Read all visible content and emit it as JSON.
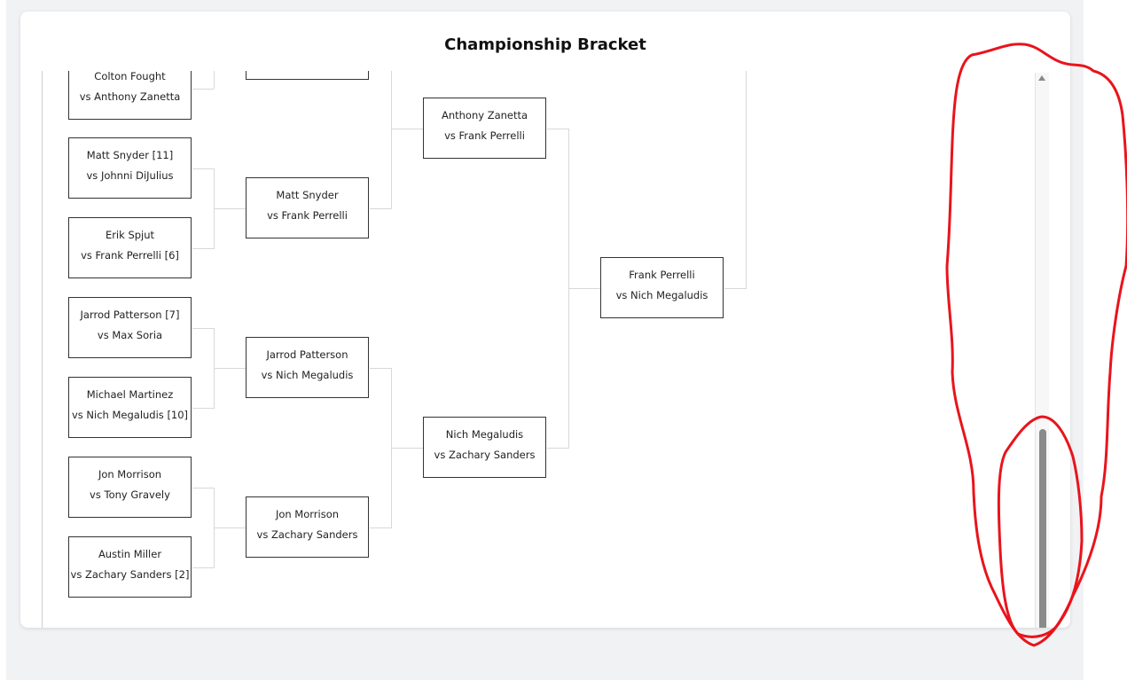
{
  "title": "Championship Bracket",
  "round1": [
    {
      "top": "Colton Fought",
      "bottom": "vs Anthony Zanetta"
    },
    {
      "top": "Matt Snyder [11]",
      "bottom": "vs Johnni DiJulius"
    },
    {
      "top": "Erik Spjut",
      "bottom": "vs Frank Perrelli [6]"
    },
    {
      "top": "Jarrod Patterson [7]",
      "bottom": "vs Max Soria"
    },
    {
      "top": "Michael Martinez",
      "bottom": "vs Nich Megaludis [10]"
    },
    {
      "top": "Jon Morrison",
      "bottom": "vs Tony Gravely"
    },
    {
      "top": "Austin Miller",
      "bottom": "vs Zachary Sanders [2]"
    }
  ],
  "round2": [
    {
      "top": "",
      "bottom": ""
    },
    {
      "top": "Matt Snyder",
      "bottom": "vs Frank Perrelli"
    },
    {
      "top": "Jarrod Patterson",
      "bottom": "vs Nich Megaludis"
    },
    {
      "top": "Jon Morrison",
      "bottom": "vs Zachary Sanders"
    }
  ],
  "round3": [
    {
      "top": "Anthony Zanetta",
      "bottom": "vs Frank Perrelli"
    },
    {
      "top": "Nich Megaludis",
      "bottom": "vs Zachary Sanders"
    }
  ],
  "round4": [
    {
      "top": "Frank Perrelli",
      "bottom": "vs Nich Megaludis"
    }
  ],
  "colors": {
    "annotation": "#e8141c",
    "scrollbar_thumb": "#8a8a8a"
  }
}
